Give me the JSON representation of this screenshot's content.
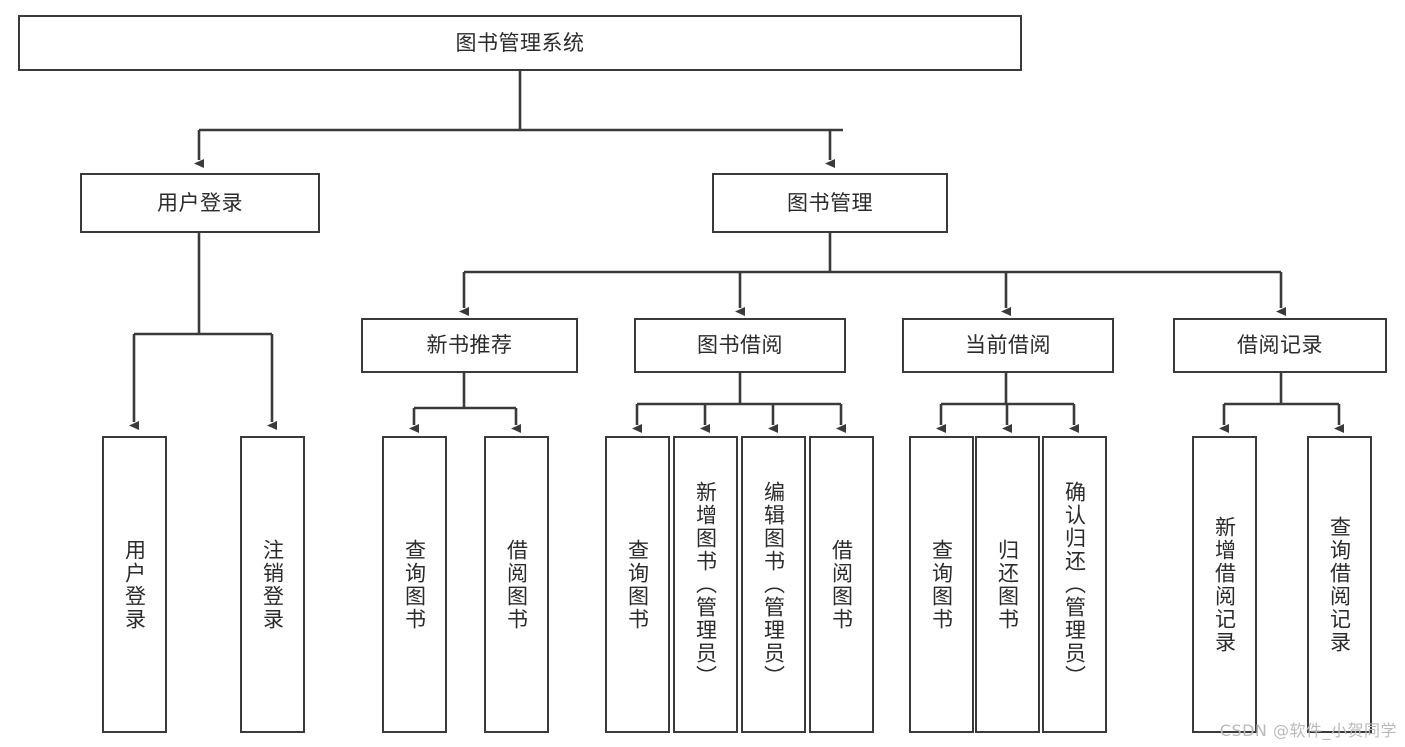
{
  "diagram": {
    "title": "图书管理系统",
    "type": "function-structure-tree",
    "watermark": "CSDN @软件_小贺同学",
    "line_color": "#3a3a3a",
    "box_fill": "#ffffff",
    "text_color": "#2b2b2b",
    "nodes": {
      "root": {
        "label": "图书管理系统"
      },
      "level2": [
        {
          "label": "用户登录"
        },
        {
          "label": "图书管理"
        }
      ],
      "level3": [
        {
          "label": "新书推荐"
        },
        {
          "label": "图书借阅"
        },
        {
          "label": "当前借阅"
        },
        {
          "label": "借阅记录"
        }
      ],
      "leaves": {
        "user_login": [
          {
            "label": "用户登录"
          },
          {
            "label": "注销登录"
          }
        ],
        "new_book_recommend": [
          {
            "label": "查询图书"
          },
          {
            "label": "借阅图书"
          }
        ],
        "book_borrow": [
          {
            "label": "查询图书"
          },
          {
            "label": "新增图书（管理员）"
          },
          {
            "label": "编辑图书（管理员）"
          },
          {
            "label": "借阅图书"
          }
        ],
        "current_borrow": [
          {
            "label": "查询图书"
          },
          {
            "label": "归还图书"
          },
          {
            "label": "确认归还（管理员）"
          }
        ],
        "borrow_record": [
          {
            "label": "新增借阅记录"
          },
          {
            "label": "查询借阅记录"
          }
        ]
      }
    }
  }
}
